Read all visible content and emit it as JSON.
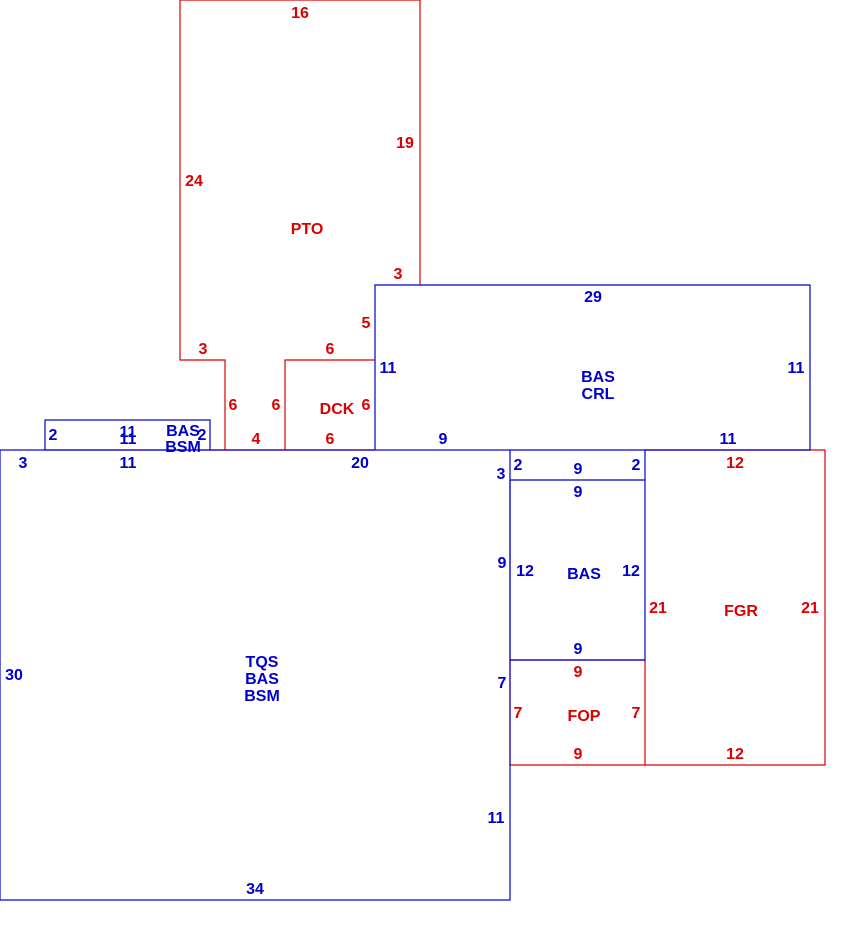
{
  "colors": {
    "living": "#0000cc",
    "exterior": "#dd0000",
    "background": "#ffffff"
  },
  "areas": {
    "pto": {
      "label": "PTO"
    },
    "dck": {
      "label": "DCK"
    },
    "bas_small": {
      "line1": "BAS",
      "line2": "BSM"
    },
    "bas_crl": {
      "line1": "BAS",
      "line2": "CRL"
    },
    "main": {
      "line1": "TQS",
      "line2": "BAS",
      "line3": "BSM"
    },
    "bas_mid": {
      "label": "BAS"
    },
    "fop": {
      "label": "FOP"
    },
    "fgr": {
      "label": "FGR"
    }
  },
  "dims": {
    "pto_top": "16",
    "pto_left": "24",
    "pto_right": "19",
    "pto_step_right": "3",
    "pto_step_left": "3",
    "pto_inner_left": "6",
    "pto_bottom": "4",
    "dck_top": "6",
    "dck_left": "6",
    "dck_right": "6",
    "dck_bottom": "6",
    "crl_left_top": "5",
    "small_left": "2",
    "small_top": "11",
    "small_bottom": "11",
    "small_right": "2",
    "main_top_left": "3",
    "main_top_mid": "11",
    "main_top_right": "20",
    "main_left": "30",
    "main_bottom": "34",
    "main_right_top": "3",
    "main_right_a": "9",
    "main_right_b": "7",
    "main_right_c": "11",
    "crl_top": "29",
    "crl_left": "11",
    "crl_right": "11",
    "crl_bottom_left": "9",
    "crl_bottom_right": "11",
    "mid_top_left": "2",
    "mid_top": "9",
    "mid_top_right": "2",
    "mid_inner_top": "9",
    "mid_left": "12",
    "mid_right": "12",
    "mid_bottom": "9",
    "fop_top": "9",
    "fop_left": "7",
    "fop_right": "7",
    "fop_bottom": "9",
    "fgr_top": "12",
    "fgr_left": "21",
    "fgr_right": "21",
    "fgr_bottom": "12"
  }
}
